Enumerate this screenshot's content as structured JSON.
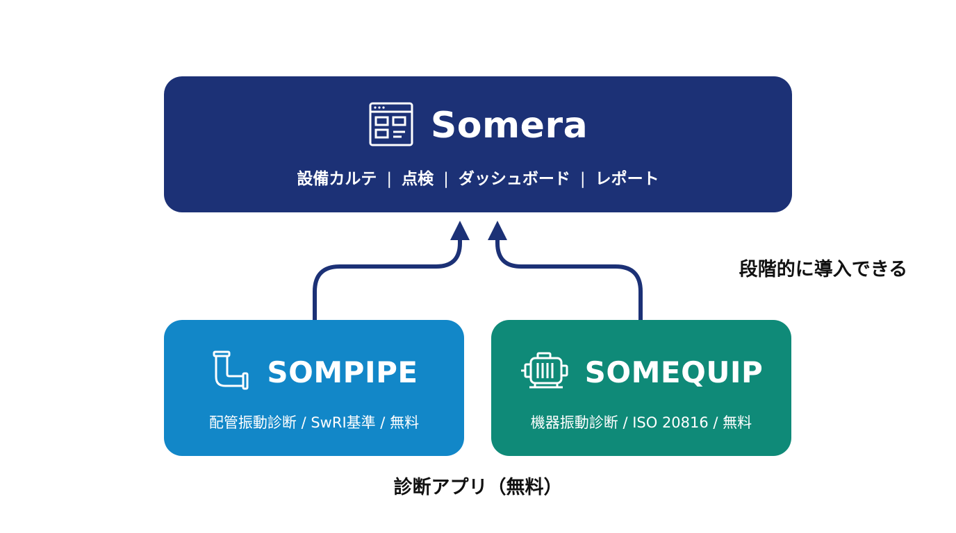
{
  "colors": {
    "top_box": "#1c3176",
    "left_box": "#1287c8",
    "right_box": "#0f8a78",
    "arrow": "#1c3176"
  },
  "platform": {
    "icon": "dashboard-window-icon",
    "title": "Somera",
    "features": [
      "設備カルテ",
      "点検",
      "ダッシュボード",
      "レポート"
    ],
    "separator": "|"
  },
  "apps": [
    {
      "icon": "pipe-elbow-icon",
      "title": "SOMPIPE",
      "subtitle": "配管振動診断 / SwRI基準 / 無料"
    },
    {
      "icon": "motor-icon",
      "title": "SOMEQUIP",
      "subtitle": "機器振動診断 / ISO 20816 / 無料"
    }
  ],
  "side_caption": "段階的に導入できる",
  "bottom_caption": "診断アプリ（無料）"
}
